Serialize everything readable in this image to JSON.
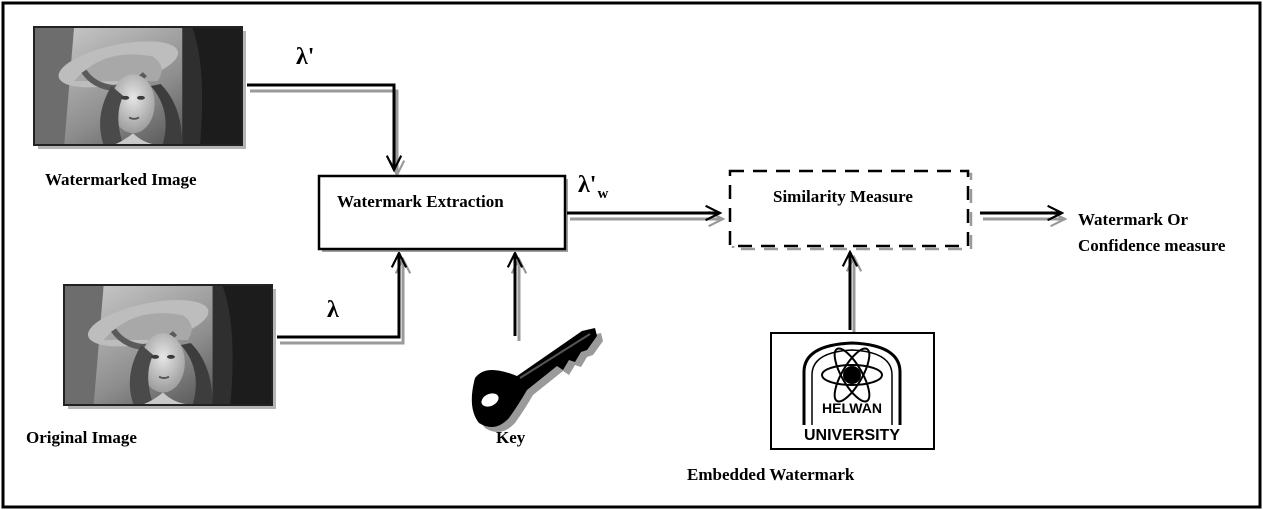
{
  "labels": {
    "watermarked_image": "Watermarked Image",
    "original_image": "Original Image",
    "key": "Key",
    "embedded_watermark": "Embedded Watermark",
    "watermark_extraction": "Watermark Extraction",
    "similarity_measure": "Similarity Measure",
    "output_line1": "Watermark Or",
    "output_line2": "Confidence measure",
    "lambda_prime": "λ'",
    "lambda": "λ",
    "lambda_prime_w": "λ'",
    "lambda_prime_w_sub": "w"
  },
  "logo": {
    "line1": "HELWAN",
    "line2": "UNIVERSITY"
  },
  "colors": {
    "stroke": "#000000",
    "shadow": "#9a9a9a",
    "photo_dark": "#2e2e2e",
    "photo_mid": "#8a8a8a",
    "photo_light": "#d8d8d8"
  }
}
